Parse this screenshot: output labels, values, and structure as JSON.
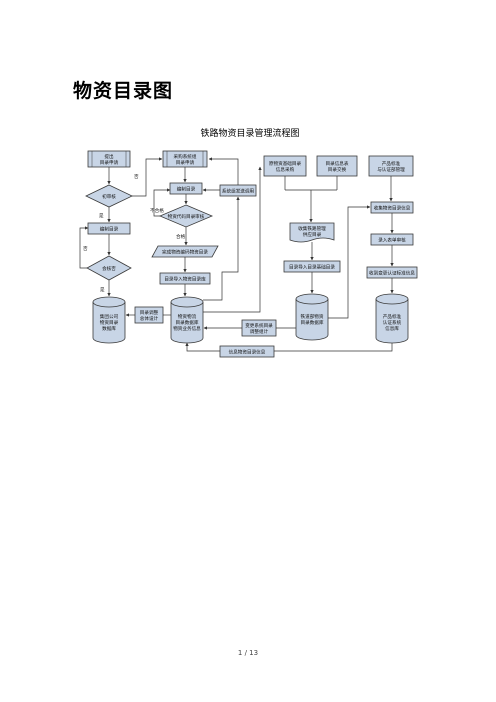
{
  "page": {
    "title": "物资目录图",
    "page_number": "1 / 13"
  },
  "diagram": {
    "title": "铁路物资目录管理流程图",
    "colors": {
      "fill": "#c8d5e6",
      "stroke": "#3a3a3a",
      "line": "#333333"
    },
    "nodes": {
      "apply_line1": "提出",
      "apply_line2": "目录申请",
      "review_d": "初审核",
      "edit_catalog_left": "编制目录",
      "approve_d": "会核否",
      "db_left_1": "集团公司",
      "db_left_2": "物资目录",
      "db_left_3": "数据库",
      "adjust_line1": "目录调整",
      "adjust_line2": "总体设计",
      "apply2_line1": "采购系统组",
      "apply2_line2": "目录申请",
      "edit_catalog_mid": "编制目录",
      "sync_btn": "系统组发送调用",
      "diamond_mid": "物资代码目录审核",
      "parallel": "完成物资编码物资目录",
      "import_box": "目录导入物资目录库",
      "db_mid_1": "物资物流",
      "db_mid_2": "目录数据库",
      "db_mid_3": "物资业务信息",
      "adjust_mid_line1": "变更系统目录",
      "adjust_mid_line2": "调整组计",
      "bottom_bar": "信息物资目录信息",
      "tr_line1": "原物资基础目录",
      "tr_line2": "信息采购",
      "tm_line1": "目录信息表",
      "tm_line2": "目录交换",
      "tl_line1": "产品标准",
      "tl_line2": "与认证部管理",
      "doc_line1": "收集铁路管理",
      "doc_line2": "供应目录",
      "import_right": "目录导入目录基础目录",
      "db_right_1": "铁道部物资",
      "db_right_2": "目录数据库",
      "r_box1": "收集物资目录信息",
      "r_box2": "录入表单审核",
      "r_box3": "收到变更认证标准信息",
      "db_far_1": "产品标准",
      "db_far_2": "认证系统",
      "db_far_3": "信息库"
    },
    "edge_labels": {
      "no_top": "否",
      "yes": "是",
      "no_left": "否",
      "yes_bottom": "是",
      "unqualified": "不合格",
      "qualified": "合格"
    }
  }
}
